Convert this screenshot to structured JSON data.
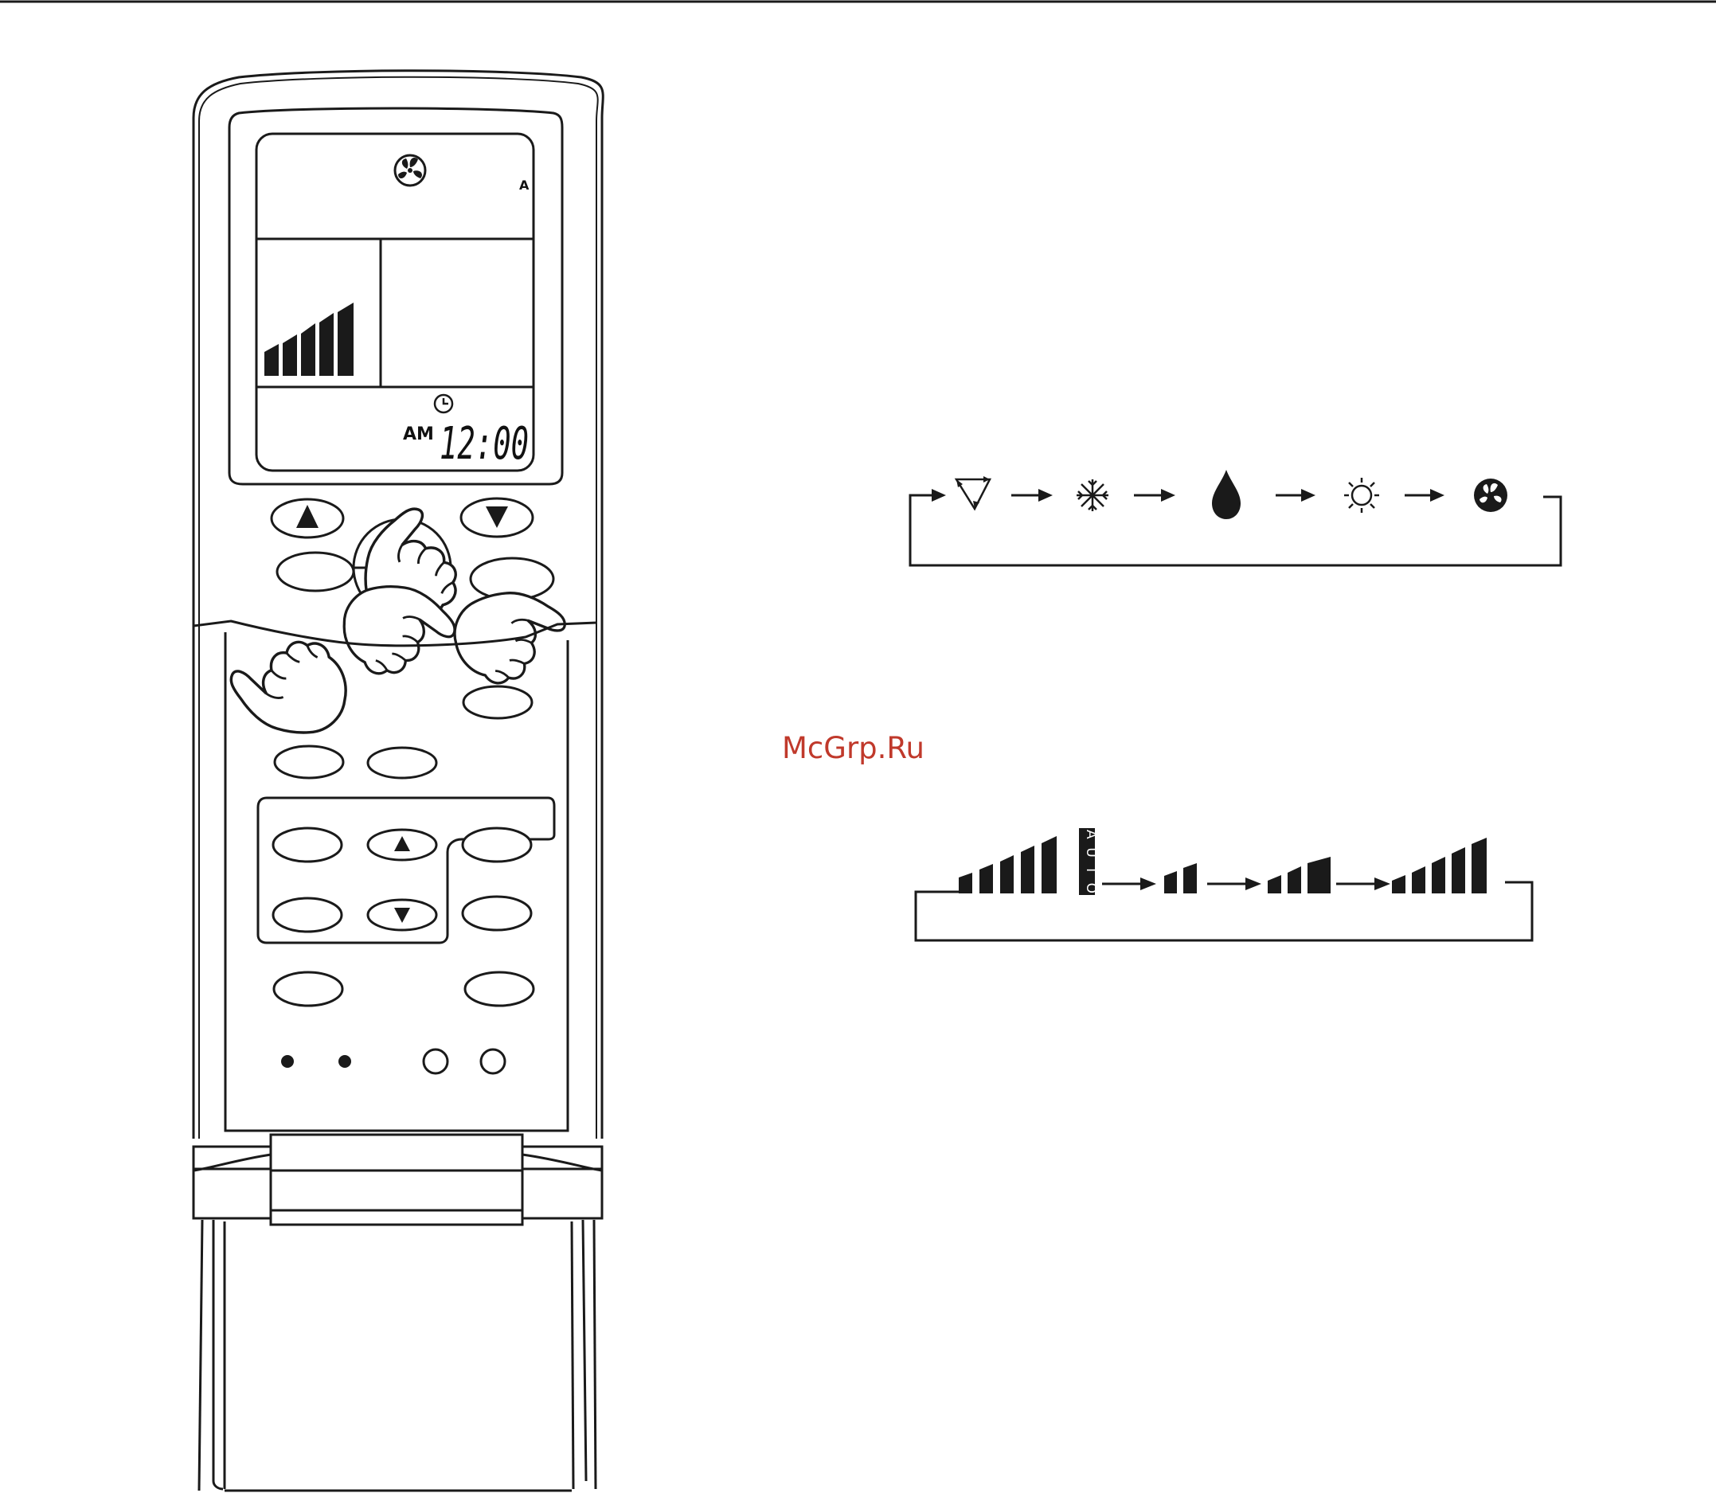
{
  "lcd": {
    "auto_indicator": "A",
    "am_label": "AM",
    "clock": "12:00"
  },
  "mode_cycle": {
    "modes": [
      {
        "icon": "auto-mode-icon"
      },
      {
        "icon": "snowflake-icon"
      },
      {
        "icon": "water-drop-icon"
      },
      {
        "icon": "sun-icon"
      },
      {
        "icon": "fan-icon"
      }
    ]
  },
  "fan_cycle": {
    "auto_label": "AUTO",
    "steps": [
      {
        "name": "auto",
        "bars": 5
      },
      {
        "name": "low",
        "bars": 2
      },
      {
        "name": "medium",
        "bars": 3
      },
      {
        "name": "high",
        "bars": 5
      }
    ]
  },
  "watermark": "McGrp.Ru",
  "colors": {
    "line": "#1a1a1a",
    "watermark": "#c0392b",
    "background": "#ffffff"
  }
}
